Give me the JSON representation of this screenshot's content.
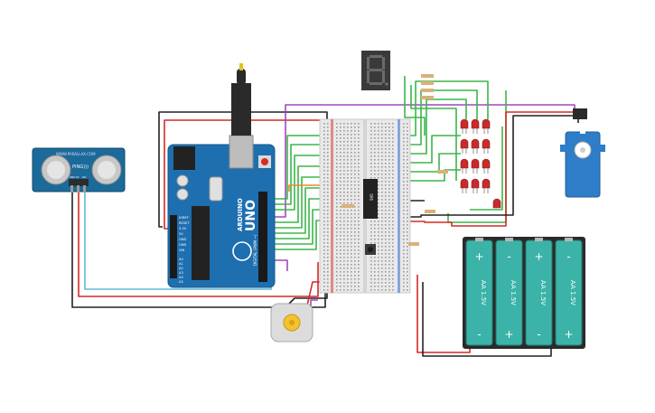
{
  "sensor": {
    "brand": "PING))) ",
    "site": "WWW.PARALLAX.COM",
    "pins": [
      "GND",
      "5V",
      "SIG"
    ]
  },
  "arduino": {
    "brand": "ARDUINO",
    "model": "UNO",
    "digital_label": "DIGITAL (PWM ~)",
    "analog_label": "ANALOG IN",
    "power_pins": [
      "IOREF",
      "RESET",
      "3.3V",
      "5V",
      "GND",
      "GND",
      "VIN"
    ],
    "analog_pins": [
      "A0",
      "A1",
      "A2",
      "A3",
      "A4",
      "A5"
    ]
  },
  "shift_register": {
    "label": "595"
  },
  "battery_pack": {
    "cells": [
      {
        "label": "AA 1.5V",
        "top_sign": "+",
        "bottom_sign": "-"
      },
      {
        "label": "AA 1.5V",
        "top_sign": "-",
        "bottom_sign": "+"
      },
      {
        "label": "AA 1.5V",
        "top_sign": "+",
        "bottom_sign": "-"
      },
      {
        "label": "AA 1.5V",
        "top_sign": "-",
        "bottom_sign": "+"
      }
    ]
  },
  "colors": {
    "wire_red": "#d42a2a",
    "wire_black": "#222222",
    "wire_green": "#3bb54a",
    "wire_purple": "#a347ba",
    "wire_cyan": "#62b8d6",
    "wire_orange": "#e8892a",
    "arduino_blue": "#1e6fb0",
    "sensor_blue": "#1b6a9a",
    "battery_teal": "#3bb3a8",
    "led_red": "#c92a2a",
    "servo_blue": "#2d7dc8"
  }
}
